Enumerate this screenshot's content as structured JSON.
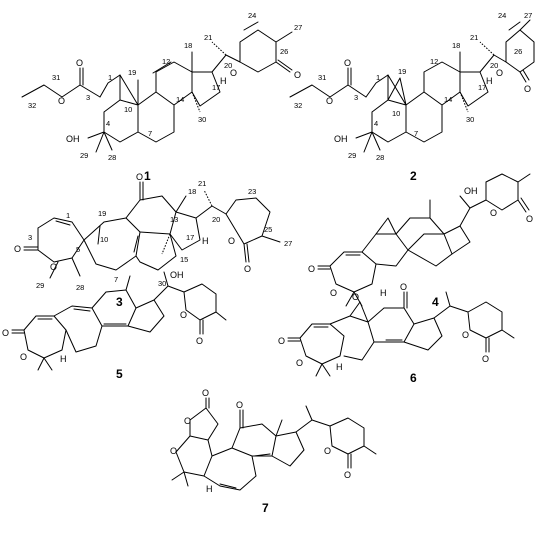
{
  "compounds": [
    {
      "id": "1"
    },
    {
      "id": "2"
    },
    {
      "id": "3"
    },
    {
      "id": "4"
    },
    {
      "id": "5"
    },
    {
      "id": "6"
    },
    {
      "id": "7"
    }
  ],
  "labels": {
    "c1": {
      "n1": "1",
      "n3": "3",
      "n4": "4",
      "n7": "7",
      "n10": "10",
      "n12": "12",
      "n14": "14",
      "n17": "17",
      "n18": "18",
      "n19": "19",
      "n20": "20",
      "n21": "21",
      "n24": "24",
      "n26": "26",
      "n27": "27",
      "n28": "28",
      "n29": "29",
      "n30": "30",
      "n31": "31",
      "n32": "32",
      "oh": "OH",
      "o_ester": "O",
      "o_carbonyl": "O",
      "o_ring": "O",
      "o_lactone": "O"
    },
    "c2": {
      "n1": "1",
      "n3": "3",
      "n4": "4",
      "n7": "7",
      "n10": "10",
      "n12": "12",
      "n14": "14",
      "n17": "17",
      "n18": "18",
      "n19": "19",
      "n20": "20",
      "n21": "21",
      "n24": "24",
      "n26": "26",
      "n27": "27",
      "n28": "28",
      "n29": "29",
      "n30": "30",
      "n31": "31",
      "n32": "32",
      "oh": "OH",
      "o_ester": "O",
      "o_carbonyl": "O",
      "o_ring": "O",
      "o_lactone": "O"
    },
    "c3": {
      "n1": "1",
      "n3": "3",
      "n5": "5",
      "n7": "7",
      "n10": "10",
      "n13": "13",
      "n15": "15",
      "n17": "17",
      "n18": "18",
      "n19": "19",
      "n20": "20",
      "n21": "21",
      "n23": "23",
      "n25": "25",
      "n27": "27",
      "n28": "28",
      "n29": "29",
      "n30": "30",
      "o_lac": "O",
      "o_ring": "O",
      "o_keto": "O",
      "o_ring2": "O",
      "o_lac2": "O"
    },
    "c4": {
      "oh": "OH",
      "o_a": "O",
      "o_b": "O",
      "o_c": "O",
      "o_d": "O"
    },
    "c5": {
      "oh": "OH",
      "o_a": "O",
      "o_b": "O",
      "o_c": "O",
      "o_d": "O"
    },
    "c6": {
      "o_ep": "O",
      "o_a": "O",
      "o_b": "O",
      "o_k": "O",
      "o_c": "O",
      "o_d": "O"
    },
    "c7": {
      "o_a": "O",
      "o_b": "O",
      "o_c": "O",
      "o_k": "O",
      "o_d": "O",
      "o_e": "O"
    }
  },
  "h": "H"
}
